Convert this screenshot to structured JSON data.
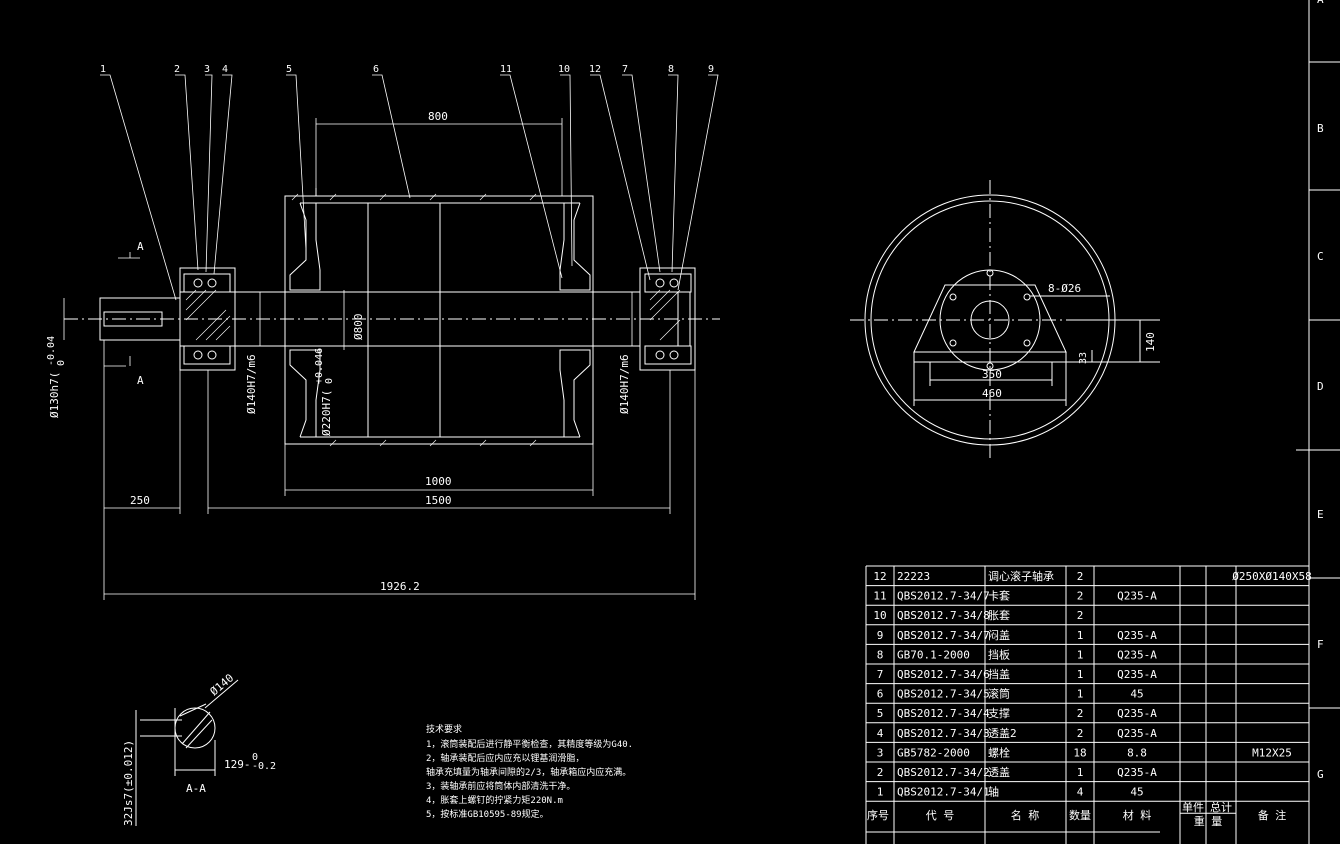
{
  "balloons": [
    "1",
    "2",
    "3",
    "4",
    "5",
    "6",
    "11",
    "10",
    "12",
    "7",
    "8",
    "9"
  ],
  "dims": {
    "d800_len": "800",
    "phi800": "Ø800",
    "phi130": "Ø130h7(",
    "phi130_tol": "-0.04",
    "phi130_tol2": "0",
    "phi140_left": "Ø140H7/m6",
    "phi220": "Ø220H7(",
    "phi220_tol": "+0.046",
    "phi220_tol2": "0",
    "phi140_right": "Ø140H7/m6",
    "len1000": "1000",
    "len1500": "1500",
    "len250": "250",
    "len1926": "1926.2",
    "holes": "8-Ø26",
    "d350": "350",
    "d460": "460",
    "d140": "140",
    "d33": "33",
    "sec_phi140": "Ø140",
    "sec_129": "129-",
    "sec_129_tol": "0",
    "sec_129_tol2": "-0.2",
    "sec_32": "32Js7(±0.012)",
    "sec_label": "A-A",
    "sec_a1": "A",
    "sec_a2": "A"
  },
  "border_letters": [
    "A",
    "B",
    "C",
    "D",
    "E",
    "F",
    "G"
  ],
  "notes": {
    "title": "技术要求",
    "lines": [
      "1，滚筒装配后进行静平衡检查，其精度等级为G40.",
      "2，轴承装配后应内应充以锂基润滑脂，",
      "   轴承充填量为轴承间隙的2/3，轴承箱应内应充满。",
      "3，装轴承前应将筒体内部清洗干净。",
      "4，胀套上螺钉的拧紧力矩220N.m",
      "5，按标准GB10595-89规定。"
    ]
  },
  "bom": {
    "headers": [
      "序号",
      "代  号",
      "名  称",
      "数量",
      "材  料",
      "单件",
      "总计",
      "备  注"
    ],
    "header_sub": "重  量",
    "rows": [
      [
        "12",
        "22223",
        "调心滚子轴承",
        "2",
        "",
        "",
        "",
        "Ø250XØ140X58"
      ],
      [
        "11",
        "QBS2012.7-34/7",
        "卡套",
        "2",
        "Q235-A",
        "",
        "",
        ""
      ],
      [
        "10",
        "QBS2012.7-34/8",
        "胀套",
        "2",
        "",
        "",
        "",
        ""
      ],
      [
        "9",
        "QBS2012.7-34/7",
        "闷盖",
        "1",
        "Q235-A",
        "",
        "",
        ""
      ],
      [
        "8",
        "GB70.1-2000",
        "挡板",
        "1",
        "Q235-A",
        "",
        "",
        ""
      ],
      [
        "7",
        "QBS2012.7-34/6",
        "挡盖",
        "1",
        "Q235-A",
        "",
        "",
        ""
      ],
      [
        "6",
        "QBS2012.7-34/5",
        "滚筒",
        "1",
        "45",
        "",
        "",
        ""
      ],
      [
        "5",
        "QBS2012.7-34/4",
        "支撑",
        "2",
        "Q235-A",
        "",
        "",
        ""
      ],
      [
        "4",
        "QBS2012.7-34/3",
        "透盖2",
        "2",
        "Q235-A",
        "",
        "",
        ""
      ],
      [
        "3",
        "GB5782-2000",
        "螺栓",
        "18",
        "8.8",
        "",
        "",
        "M12X25"
      ],
      [
        "2",
        "QBS2012.7-34/2",
        "透盖",
        "1",
        "Q235-A",
        "",
        "",
        ""
      ],
      [
        "1",
        "QBS2012.7-34/1",
        "轴",
        "4",
        "45",
        "",
        "",
        ""
      ]
    ]
  }
}
